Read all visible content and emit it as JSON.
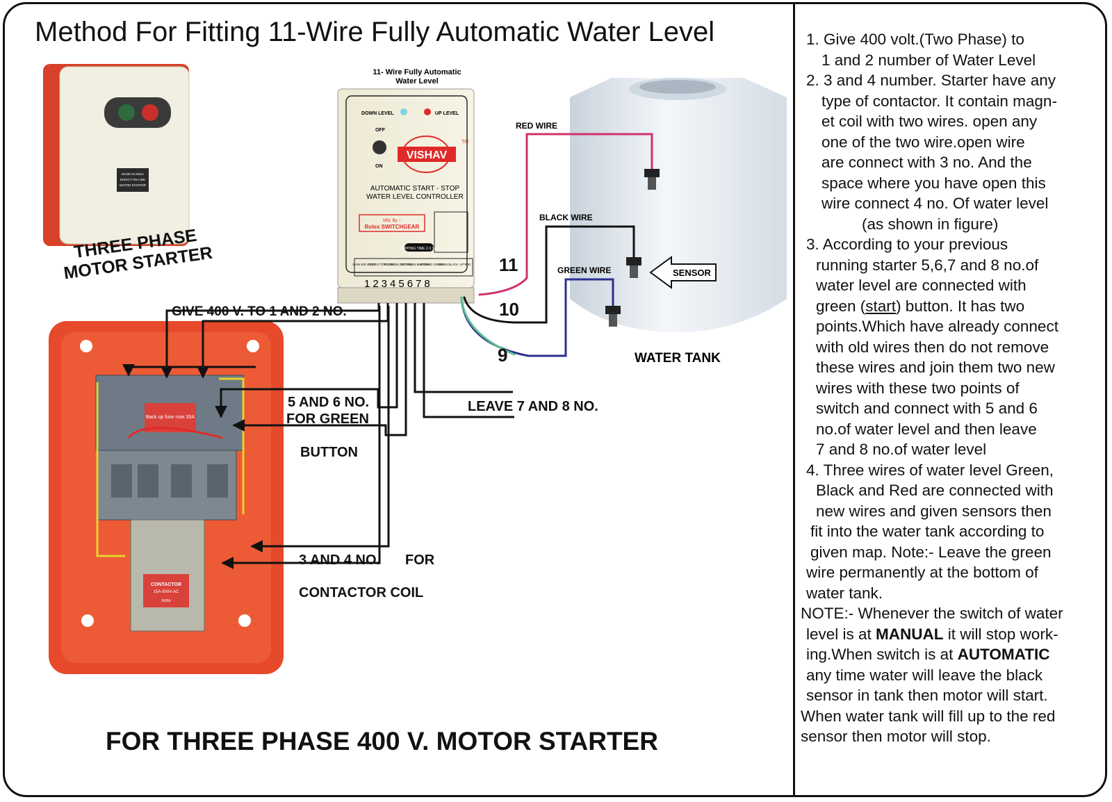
{
  "title": "Method For Fitting 11-Wire Fully Automatic Water Level",
  "starter_caption": {
    "line1": "THREE PHASE",
    "line2": "MOTOR STARTER"
  },
  "small_starter": {
    "plate_line1": "MADE IN INDIA",
    "plate_line2": "DIRECT-ON-LINE",
    "plate_line3": "MOTOR STARTER"
  },
  "controller": {
    "heading_line1": "11- Wire Fully Automatic",
    "heading_line2": "Water Level",
    "down_level": "DOWN LEVEL",
    "up_level": "UP LEVEL",
    "off": "OFF",
    "on": "ON",
    "brand": "VISHAV",
    "tm": "TM",
    "desc_line1": "AUTOMATIC START - STOP",
    "desc_line2": "WATER LEVEL CONTROLLER",
    "mfd_by": "Mfd. By :-",
    "maker": "Rolex SWITCHGEAR",
    "tripping": "TRIPPING TIME 2-3 Sec.",
    "term_labels": [
      "MAIN 400 VOLTS",
      "CONTACTOR COIL",
      "TO GREEN BUTTON",
      "TO GREEN BUTTON",
      "GROUND GREEN",
      "DOWN BLACK",
      "UP RED"
    ],
    "terminal_numbers": "12345678"
  },
  "tank": {
    "red_wire": "RED WIRE",
    "black_wire": "BLACK WIRE",
    "green_wire": "GREEN WIRE",
    "sensor": "SENSOR",
    "water_tank": "WATER TANK",
    "wire_11": "11",
    "wire_10": "10",
    "wire_9": "9"
  },
  "annotations": {
    "give_400": "GIVE 400 V. TO 1 AND 2 NO.",
    "five_six_line1": "5 AND 6 NO.",
    "five_six_line2": "FOR GREEN",
    "five_six_line3": "BUTTON",
    "leave_7_8": "LEAVE 7 AND 8 NO.",
    "three_four": "3 AND 4 NO.",
    "for": "FOR",
    "contactor_coil": "CONTACTOR COIL"
  },
  "contactor": {
    "label1": "CONTACTOR",
    "label2": "15A-500V-AC",
    "label3": "INDIA",
    "overload": "Back up fuse max 35A"
  },
  "footer": "FOR THREE PHASE 400 V. MOTOR STARTER",
  "notes": {
    "n1_a": "1. Give 400 volt.(Two Phase) to",
    "n1_b": "1 and 2 number of Water Level",
    "n2_a": "2. 3 and 4 number. Starter have any",
    "n2_b": "type of contactor. It contain magn-",
    "n2_c": "et coil with two wires. open any",
    "n2_d": "one of the two wire.open wire",
    "n2_e": "are connect with 3 no. And the",
    "n2_f": "space where you have open this",
    "n2_g": "wire connect 4 no. Of water level",
    "n2_h": "(as shown in figure)",
    "n3_a": "3. According to your previous",
    "n3_b": "running starter 5,6,7 and 8 no.of",
    "n3_c": "water level are connected with",
    "n3_d1": "green (",
    "n3_d2": "start",
    "n3_d3": ") button. It has two",
    "n3_e": "points.Which have already connect",
    "n3_f": "with old wires then do not remove",
    "n3_g": "these wires and join them two new",
    "n3_h": "wires with these two points of",
    "n3_i": "switch and connect with 5 and 6",
    "n3_j": "no.of water level and then leave",
    "n3_k": "7 and 8 no.of water level",
    "n4_a": "4.  Three wires of water level Green,",
    "n4_b": "Black and Red are connected with",
    "n4_c": "new wires and given sensors then",
    "n4_d": "fit into the water tank according to",
    "n4_e": "given map. Note:- Leave the green",
    "n4_f": "wire permanently at the bottom of",
    "n4_g": "water tank.",
    "note_a": "NOTE:- Whenever the switch of water",
    "note_b1": "level is at ",
    "note_b2": "MANUAL",
    "note_b3": " it will stop work-",
    "note_c1": "ing.When switch is at ",
    "note_c2": "AUTOMATIC",
    "note_d": "any time water will leave the black",
    "note_e": "sensor in tank then motor will start.",
    "note_f": "When water tank will fill up to the red",
    "note_g": "sensor then motor will stop."
  },
  "colors": {
    "starter_red": "#e64a2a",
    "wire_red": "#d0306e",
    "wire_green": "#5dbf94",
    "wire_blue": "#2b2f8f",
    "tank_white": "#eef2f6",
    "accent_red": "#e02a2a"
  }
}
